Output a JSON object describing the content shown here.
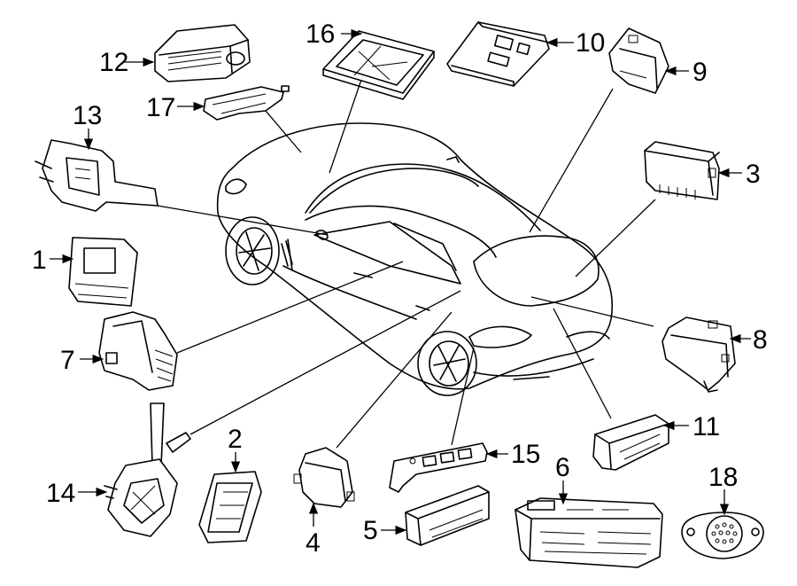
{
  "diagram": {
    "parts": [
      {
        "number": "1"
      },
      {
        "number": "2"
      },
      {
        "number": "3"
      },
      {
        "number": "4"
      },
      {
        "number": "5"
      },
      {
        "number": "6"
      },
      {
        "number": "7"
      },
      {
        "number": "8"
      },
      {
        "number": "9"
      },
      {
        "number": "10"
      },
      {
        "number": "11"
      },
      {
        "number": "12"
      },
      {
        "number": "13"
      },
      {
        "number": "14"
      },
      {
        "number": "15"
      },
      {
        "number": "16"
      },
      {
        "number": "17"
      },
      {
        "number": "18"
      }
    ]
  }
}
